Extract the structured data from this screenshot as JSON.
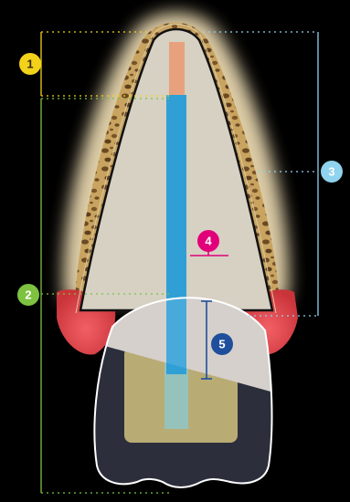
{
  "badges": [
    {
      "id": "1",
      "label": "1",
      "color": "#f2d21b",
      "text_color": "#3a2a00"
    },
    {
      "id": "2",
      "label": "2",
      "color": "#7dc241",
      "text_color": "#ffffff"
    },
    {
      "id": "3",
      "label": "3",
      "color": "#8fd3ee",
      "text_color": "#ffffff"
    },
    {
      "id": "4",
      "label": "4",
      "color": "#e2007a",
      "text_color": "#ffffff"
    },
    {
      "id": "5",
      "label": "5",
      "color": "#1f4f9c",
      "text_color": "#ffffff"
    }
  ],
  "colors": {
    "background": "#000000",
    "bone": "#b8965a",
    "bone_pores": "#6b4a22",
    "bone_glow": "#f4e2b8",
    "implant_body": "#d6d1c3",
    "channel_blue": "#2f9fd6",
    "channel_tip": "#e7a27d",
    "gingiva": "#e84d52",
    "crown_dark": "#2c2f3b",
    "crown_tan": "#b8ac74",
    "crown_light": "#cfc9c4",
    "outline": "#ffffff",
    "guide_yellow": "#f2d21b",
    "guide_green": "#7dc241",
    "guide_blue": "#8fd3ee",
    "marker_pink": "#e2007a",
    "marker_navy": "#1f4f9c"
  }
}
